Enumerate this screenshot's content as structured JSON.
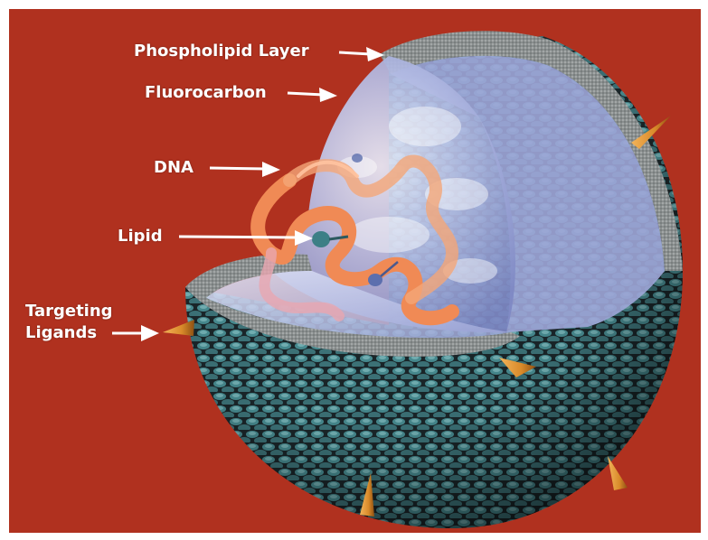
{
  "labels": {
    "phospholipid_layer": "Phospholipid Layer",
    "fluorocarbon": "Fluorocarbon",
    "dna": "DNA",
    "lipid": "Lipid",
    "targeting_ligands_line1": "Targeting",
    "targeting_ligands_line2": "Ligands"
  },
  "colors": {
    "background": "#b0311f",
    "shell_dark": "#1d2a2e",
    "shell_bead": "#4f9aa0",
    "phospholipid_band": "#8a8f8f",
    "fluorocarbon_core": "#b7bfe6",
    "dna_strand": "#f08a55",
    "ligand": "#d98a2a",
    "label_text": "#ffffff"
  }
}
